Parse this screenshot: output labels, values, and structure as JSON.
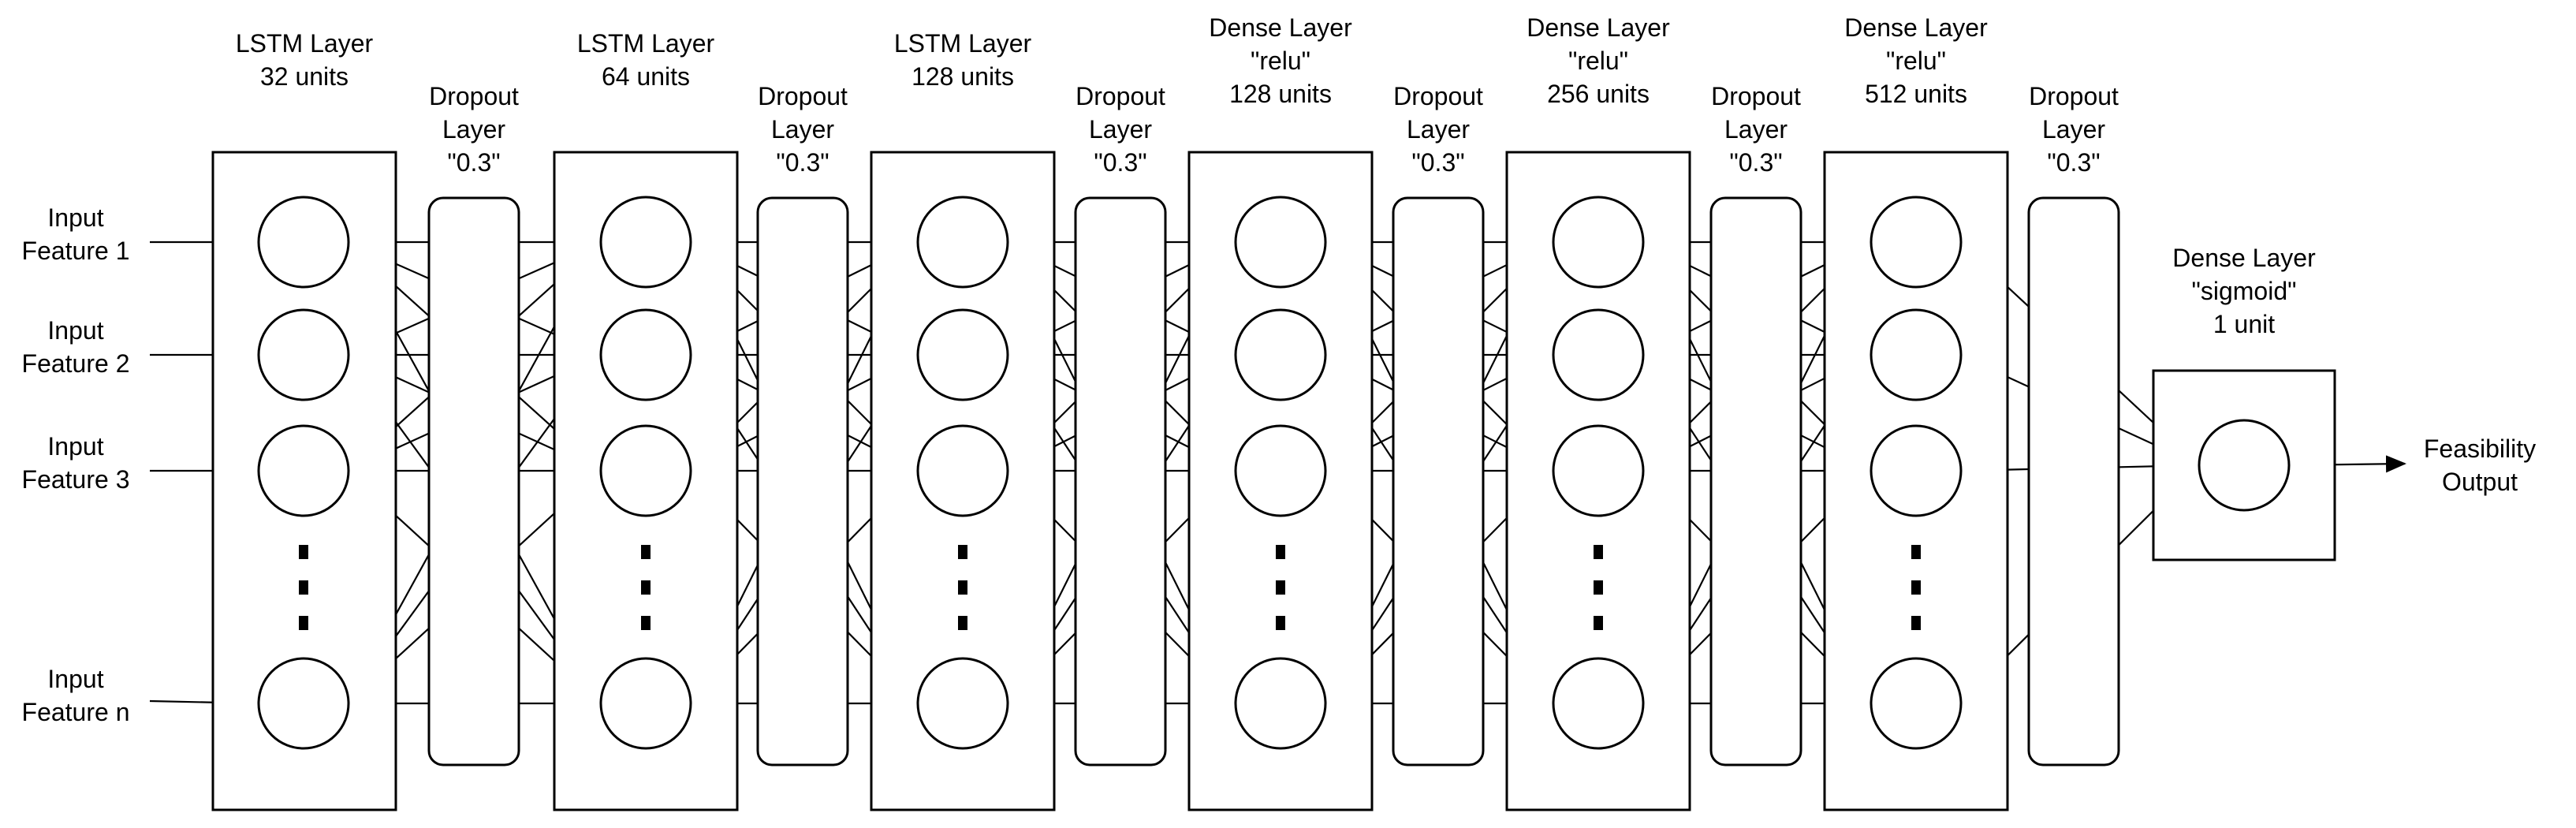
{
  "inputs": [
    {
      "line1": "Input",
      "line2": "Feature 1"
    },
    {
      "line1": "Input",
      "line2": "Feature 2"
    },
    {
      "line1": "Input",
      "line2": "Feature 3"
    },
    {
      "line1": "Input",
      "line2": "Feature n"
    }
  ],
  "layers": [
    {
      "kind": "lstm",
      "lines": [
        "LSTM Layer",
        "32 units"
      ]
    },
    {
      "kind": "lstm",
      "lines": [
        "LSTM Layer",
        "64 units"
      ]
    },
    {
      "kind": "lstm",
      "lines": [
        "LSTM Layer",
        "128 units"
      ]
    },
    {
      "kind": "dense",
      "lines": [
        "Dense Layer",
        "\"relu\"",
        "128 units"
      ]
    },
    {
      "kind": "dense",
      "lines": [
        "Dense Layer",
        "\"relu\"",
        "256 units"
      ]
    },
    {
      "kind": "dense",
      "lines": [
        "Dense Layer",
        "\"relu\"",
        "512 units"
      ]
    }
  ],
  "dropout": {
    "lines": [
      "Dropout",
      "Layer",
      "\"0.3\""
    ]
  },
  "output_layer": {
    "lines": [
      "Dense Layer",
      "\"sigmoid\"",
      "1 unit"
    ]
  },
  "output": {
    "line1": "Feasibility",
    "line2": "Output"
  },
  "colors": {
    "stroke": "#000000",
    "background": "#ffffff"
  }
}
